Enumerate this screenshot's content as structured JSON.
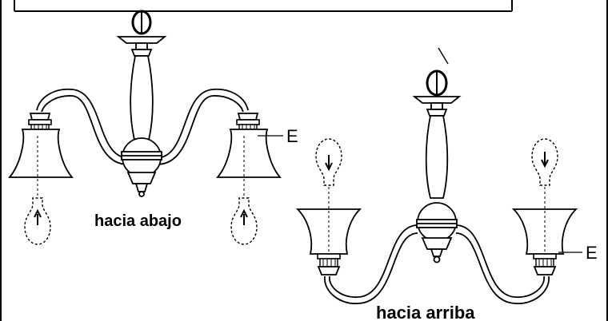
{
  "labels": {
    "down": "hacia abajo",
    "up": "hacia arriba",
    "marker_left": "E",
    "marker_right": "E"
  },
  "icons": {
    "bulb": "bulb-icon",
    "arrow_up": "arrow-up-icon",
    "arrow_down": "arrow-down-icon"
  }
}
